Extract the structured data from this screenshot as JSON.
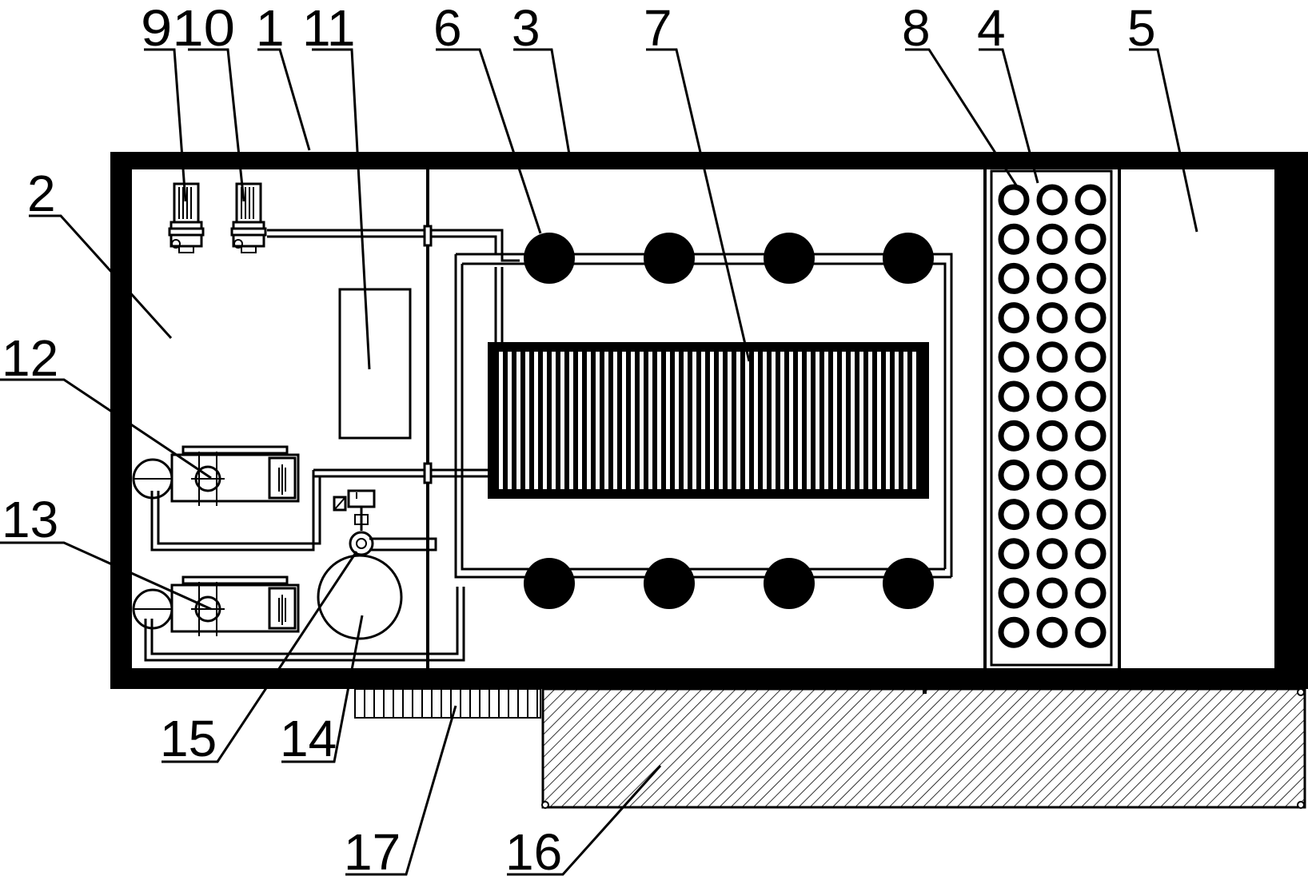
{
  "labels": {
    "l910": "910",
    "l1": "1",
    "l11": "11",
    "l6": "6",
    "l3": "3",
    "l7": "7",
    "l8": "8",
    "l4": "4",
    "l5": "5",
    "l2": "2",
    "l12": "12",
    "l13": "13",
    "l15": "15",
    "l14": "14",
    "l17": "17",
    "l16": "16"
  }
}
